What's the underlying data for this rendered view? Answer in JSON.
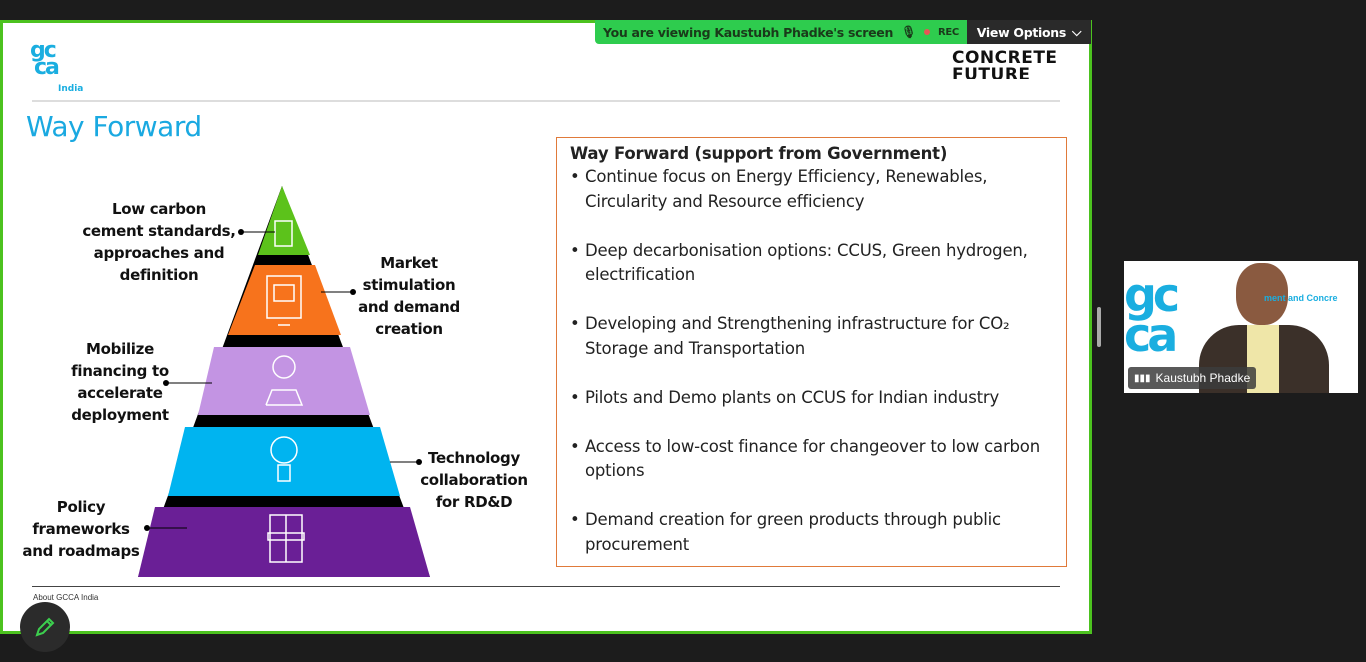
{
  "banner": {
    "text": "You are viewing  Kaustubh Phadke's screen",
    "rec": "REC",
    "view_options": "View Options"
  },
  "slide": {
    "logo": {
      "line1": "gc",
      "line2": "ca",
      "sub": "India"
    },
    "brand": {
      "line1": "CONCRETE",
      "line2": "FUTURE"
    },
    "title": "Way Forward",
    "pyramid": [
      {
        "label": "Low carbon cement standards, approaches and definition",
        "color": "#5cc21b",
        "icon": "document-icon"
      },
      {
        "label": "Market stimulation and demand creation",
        "color": "#f7731c",
        "icon": "monitor-chat-icon"
      },
      {
        "label": "Mobilize financing to accelerate deployment",
        "color": "#c394e3",
        "icon": "dollar-location-icon"
      },
      {
        "label": "Technology collaboration for RD&D",
        "color": "#00b4f0",
        "icon": "lightbulb-icon"
      },
      {
        "label": "Policy frameworks and roadmaps",
        "color": "#6a1f96",
        "icon": "book-pencil-icon"
      }
    ],
    "box": {
      "heading": "Way Forward (support from Government)",
      "items": [
        "Continue focus on Energy Efficiency, Renewables, Circularity and Resource efficiency",
        "Deep decarbonisation options: CCUS, Green hydrogen, electrification",
        "Developing and Strengthening infrastructure for CO₂ Storage and Transportation",
        "Pilots and Demo plants on CCUS for Indian industry",
        "Access to low-cost finance for changeover to low carbon options",
        "Demand creation for green products through public procurement"
      ]
    },
    "footer": "About GCCA India"
  },
  "video": {
    "name": "Kaustubh Phadke",
    "bg_text": "ment and Concre"
  }
}
